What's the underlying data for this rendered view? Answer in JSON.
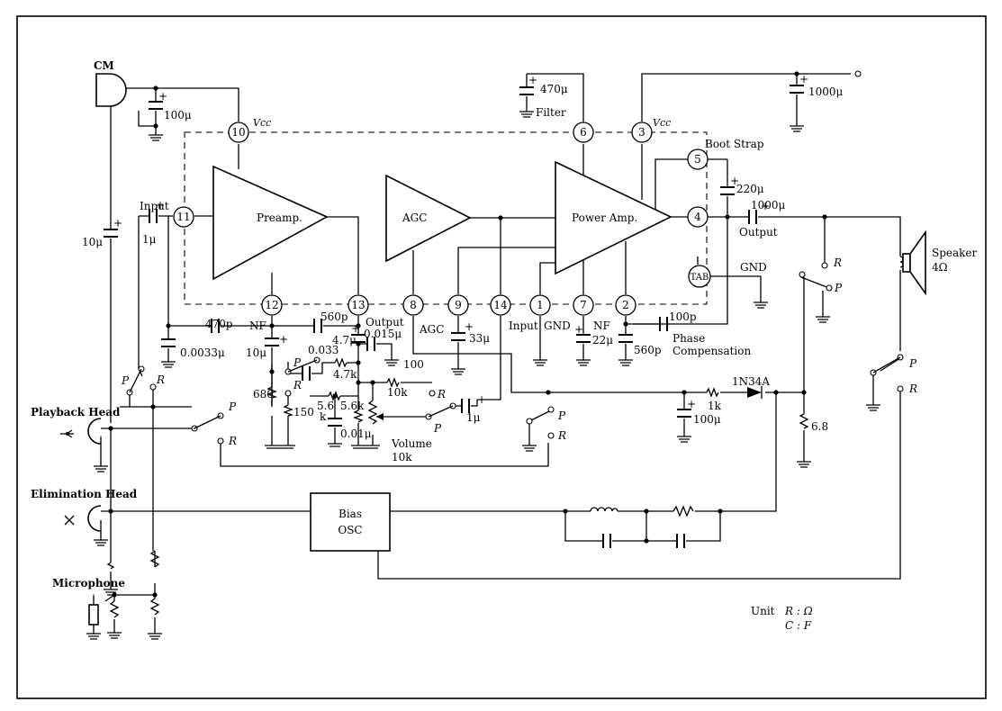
{
  "labels": {
    "cm": "CM",
    "vcc_10": "Vcc",
    "vcc_3": "Vcc",
    "filter": "Filter",
    "boot_strap": "Boot Strap",
    "input_top": "Input",
    "output_right": "Output",
    "gnd_tab": "GND",
    "speaker": "Speaker",
    "speaker_ohm": "4Ω",
    "nf_12": "NF",
    "output_13": "Output",
    "agc_8": "AGC",
    "input_1": "Input",
    "gnd_1": "GND",
    "nf_7": "NF",
    "phase_comp_1": "Phase",
    "phase_comp_2": "Compensation",
    "playback_head": "Playback Head",
    "elimination_head": "Elimination Head",
    "microphone": "Microphone",
    "volume": "Volume",
    "volume_val": "10k",
    "diode": "1N34A",
    "unit": "Unit",
    "unit_r": "R : Ω",
    "unit_c": "C : F"
  },
  "blocks": {
    "preamp": "Preamp.",
    "agc": "AGC",
    "power_amp": "Power Amp.",
    "bias_osc_1": "Bias",
    "bias_osc_2": "OSC"
  },
  "pins": {
    "p10": "10",
    "p6": "6",
    "p3": "3",
    "p5": "5",
    "p4": "4",
    "p11": "11",
    "p12": "12",
    "p13": "13",
    "p8": "8",
    "p9": "9",
    "p14": "14",
    "p1": "1",
    "p7": "7",
    "p2": "2",
    "tab": "TAB"
  },
  "values": {
    "c_cm_100u": "100μ",
    "c_filter_470u": "470μ",
    "c_vcc_1000u": "1000μ",
    "c_boot_220u": "220μ",
    "c_out_1000u": "1000μ",
    "c_in_1u": "1μ",
    "c_left_10u": "10μ",
    "c_470p": "470p",
    "c_0033u": "0.0033μ",
    "c_560p": "560p",
    "c_10u_nf": "10μ",
    "r_680": "680",
    "c_0033": "0.033",
    "r_47k": "4.7k",
    "c_47u": "4.7μ",
    "c_0015u": "0.015μ",
    "r_100": "100",
    "r_150": "150",
    "r_56k_a": "5.6",
    "r_56k_a2": "k",
    "r_56k_b": "5.6k",
    "c_001u": "0.01μ",
    "r_10k": "10k",
    "c_1u_vol": "1μ",
    "c_33u": "33μ",
    "c_22u": "22μ",
    "c_560p_2": "560p",
    "c_100p": "100p",
    "r_1k": "1k",
    "c_100u_det": "100μ",
    "r_68": "6.8"
  },
  "switch_labels": {
    "p": "P",
    "r": "R"
  }
}
